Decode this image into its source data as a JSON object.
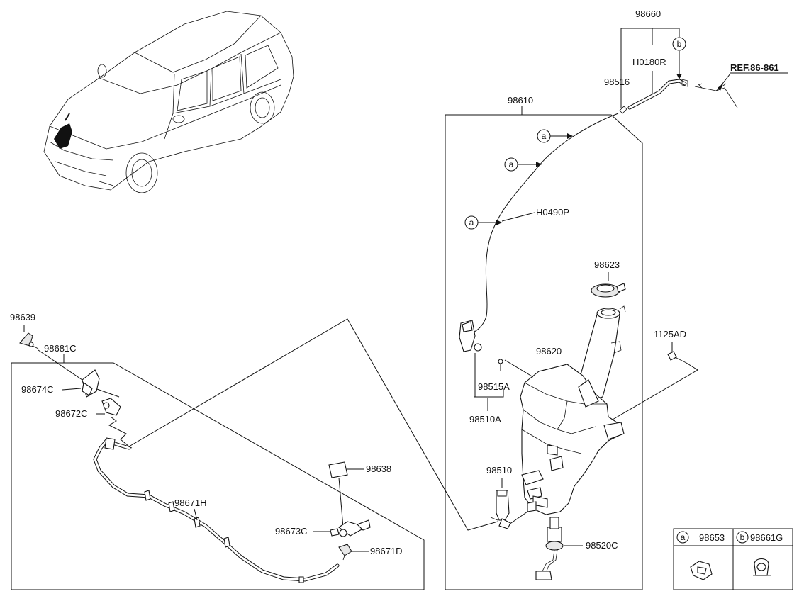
{
  "labels": {
    "p98660": "98660",
    "h0180r": "H0180R",
    "p98516": "98516",
    "ref": "REF.86-861",
    "p98610": "98610",
    "h0490p": "H0490P",
    "p98623": "98623",
    "p98620": "98620",
    "p1125ad": "1125AD",
    "p98515a": "98515A",
    "p98510a": "98510A",
    "p98510": "98510",
    "p98520c": "98520C",
    "p98639": "98639",
    "p98681c": "98681C",
    "p98674c": "98674C",
    "p98672c": "98672C",
    "p98638": "98638",
    "p98671h": "98671H",
    "p98673c": "98673C",
    "p98671d": "98671D"
  },
  "callouts": {
    "a": "a",
    "b": "b"
  },
  "legend": {
    "a_letter": "a",
    "a_part": "98653",
    "b_letter": "b",
    "b_part": "98661G"
  },
  "icons": [
    "car-icon",
    "reservoir-icon",
    "pump-icon",
    "nozzle-icon",
    "clip-icon"
  ]
}
